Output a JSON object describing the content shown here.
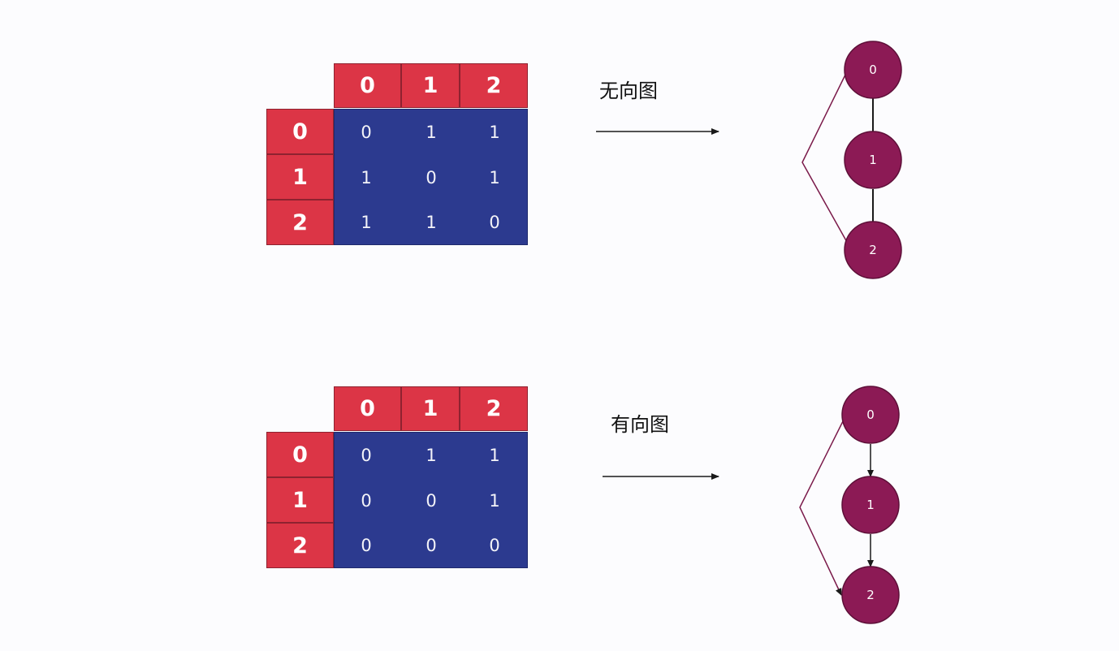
{
  "undirected": {
    "caption": "无向图",
    "col_headers": [
      "0",
      "1",
      "2"
    ],
    "row_headers": [
      "0",
      "1",
      "2"
    ],
    "matrix": [
      [
        "0",
        "1",
        "1"
      ],
      [
        "1",
        "0",
        "1"
      ],
      [
        "1",
        "1",
        "0"
      ]
    ],
    "nodes": [
      "0",
      "1",
      "2"
    ]
  },
  "directed": {
    "caption": "有向图",
    "col_headers": [
      "0",
      "1",
      "2"
    ],
    "row_headers": [
      "0",
      "1",
      "2"
    ],
    "matrix": [
      [
        "0",
        "1",
        "1"
      ],
      [
        "0",
        "0",
        "1"
      ],
      [
        "0",
        "0",
        "0"
      ]
    ],
    "nodes": [
      "0",
      "1",
      "2"
    ]
  },
  "colors": {
    "header_red": "#dc3546",
    "matrix_blue": "#2c3a8f",
    "node_fill": "#8c1a55",
    "edge": "#1a1a1a"
  }
}
